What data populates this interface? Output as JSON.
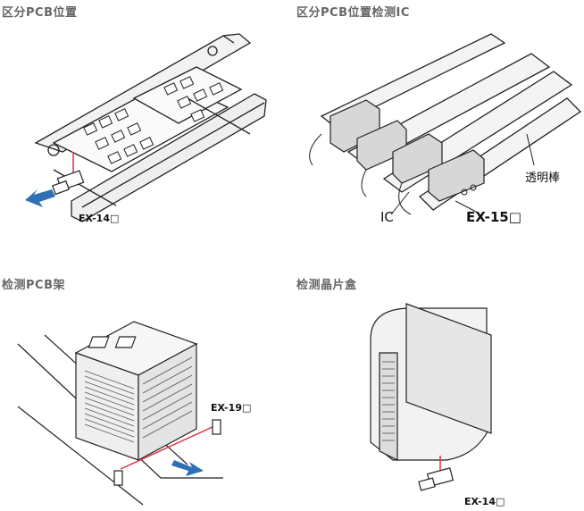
{
  "panels": [
    {
      "title": "区分PCB位置",
      "labels": [
        "EX-14□"
      ]
    },
    {
      "title": "区分PCB位置检测IC",
      "labels": [
        "透明棒",
        "IC",
        "EX-15□"
      ]
    },
    {
      "title": "检测PCB架",
      "labels": [
        "EX-19□"
      ]
    },
    {
      "title": "检测晶片盒",
      "labels": [
        "EX-14□"
      ]
    }
  ],
  "colors": {
    "arrow": "#2e6fb5",
    "beam": "#e0304a",
    "line": "#222222",
    "shade": "#d7d7d7"
  }
}
